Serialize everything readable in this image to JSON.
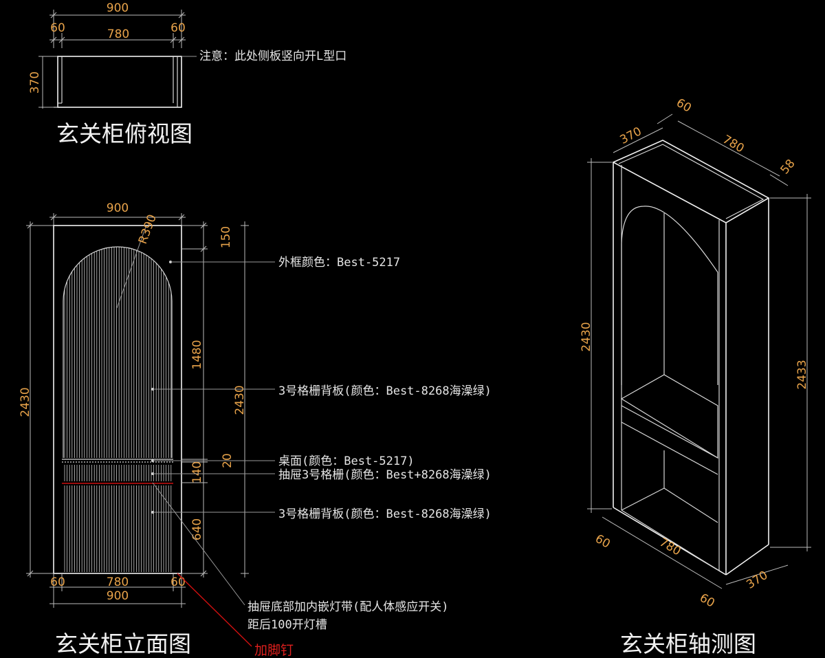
{
  "top_view": {
    "title": "玄关柜俯视图",
    "note": "注意：此处侧板竖向开L型口",
    "dim_total_width": "900",
    "dim_left": "60",
    "dim_mid": "780",
    "dim_right": "60",
    "dim_depth": "370"
  },
  "elevation": {
    "title": "玄关柜立面图",
    "dim_top_width": "900",
    "dim_radius": "R390",
    "dim_height_left": "2430",
    "dim_top_gap": "150",
    "dim_upper": "1480",
    "dim_height_right": "2430",
    "dim_desk": "20",
    "dim_drawer": "140",
    "dim_lower": "640",
    "dim_bottom_left": "60",
    "dim_bottom_mid": "780",
    "dim_bottom_right": "60",
    "dim_bottom_width": "900",
    "label_frame": "外框颜色：Best-5217",
    "label_back_upper": "3号格栅背板(颜色：Best-8268海澡绿)",
    "label_desk": "桌面(颜色：Best-5217)",
    "label_drawer": "抽屉3号格栅(颜色：Best+8268海澡绿)",
    "label_back_lower": "3号格栅背板(颜色：Best-8268海澡绿)",
    "label_light_1": "抽屉底部加内嵌灯带(配人体感应开关)",
    "label_light_2": "距后100开灯槽",
    "label_feet": "加脚钉"
  },
  "axo": {
    "title": "玄关柜轴测图",
    "dim_top_60": "60",
    "dim_top_370": "370",
    "dim_top_780": "780",
    "dim_top_58": "58",
    "dim_left_height": "2430",
    "dim_right_height": "2433",
    "dim_bottom_60_left": "60",
    "dim_bottom_780": "780",
    "dim_bottom_60_right": "60",
    "dim_bottom_370": "370"
  },
  "colors": {
    "background": "#000000",
    "lines": "#d8d8d8",
    "dimensions": "#e8a34a",
    "accent": "#d01010"
  }
}
